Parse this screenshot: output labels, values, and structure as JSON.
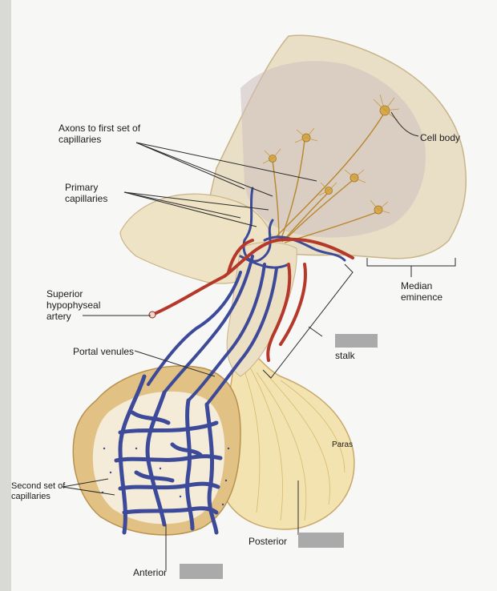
{
  "figure": {
    "labels": {
      "axons": "Axons to first set of\ncapillaries",
      "cell_body": "Cell body",
      "primary_capillaries": "Primary\ncapillaries",
      "median_eminence": "Median\neminence",
      "superior_artery": "Superior\nhypophyseal\nartery",
      "stalk": "stalk",
      "portal_venules": "Portal venules",
      "paras": "Paras",
      "second_capillaries": "Second set of\ncapillaries",
      "posterior": "Posterior",
      "anterior": "Anterior"
    },
    "colors": {
      "hypothalamus": "#e9dfc7",
      "hypothalamus_shadow": "#c9b7b4",
      "posterior_lobe": "#f3e3b0",
      "anterior_lobe": "#d9b77a",
      "vein": "#3d4a9a",
      "artery": "#b5382a",
      "neuron": "#c79a3a",
      "blank": "#aaaaaa"
    }
  }
}
